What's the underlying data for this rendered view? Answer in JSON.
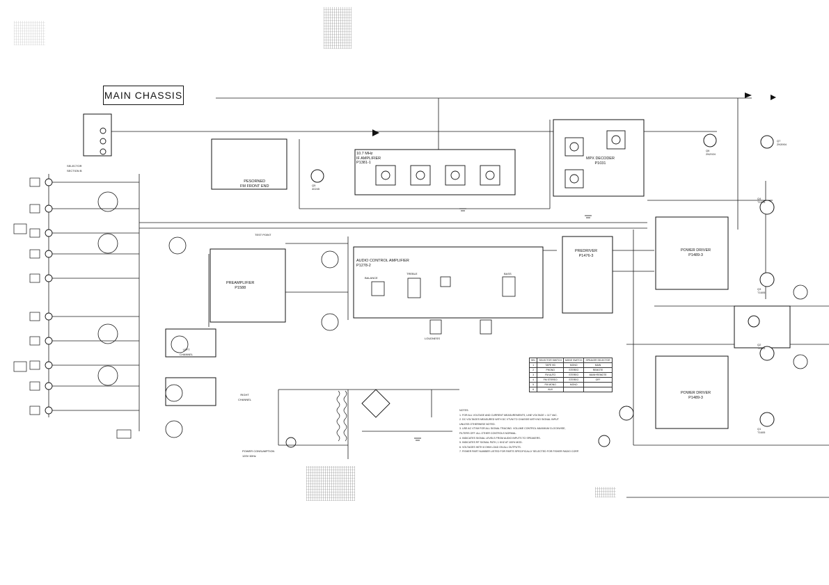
{
  "title": "MAIN CHASSIS",
  "blocks": {
    "rf_front_end": "PESORNED\nFM FRONT END",
    "if_amplifier": "10.7 MHz\nIF AMPLIFIER\nP1381-1",
    "mpx_decoder": "MPX DECODER\nP1031",
    "preamplifier": "PREAMPLIFIER\nP1588",
    "audio_control": "AUDIO CONTROL AMPLIFIER\nP1278-2",
    "predriver": "PREDRIVER\nP1476-3",
    "power_driver_top": "POWER DRIVER\nP1489-3",
    "power_driver_bottom": "POWER DRIVER\nP1489-3",
    "selector": "SELECTOR\nSECTION B",
    "left_channel": "LEFT\nCHANNEL",
    "right_channel": "RIGHT\nCHANNEL",
    "power_consumption": "POWER CONSUMPTION\n120V 60Hz",
    "balance": "BALANCE",
    "treble": "TREBLE",
    "bass": "BASS",
    "loudness": "LOUDNESS",
    "test_point": "TEST POINT"
  },
  "transistors": {
    "q5": "Q5\n40245",
    "q6": "Q6\n2N2924",
    "q7": "Q7\n2N3904",
    "q4": "Q4\nT1605",
    "q3": "Q3\nT1605",
    "q2": "Q2\nT1605",
    "q1": "Q1\nT1605"
  },
  "switch_positions": {
    "header": [
      "SEL",
      "SELECTOR\nSWITCH",
      "MODE\nSWITCH",
      "SPEAKER\nSELECTOR"
    ],
    "rows": [
      [
        "1",
        "TAPE HD",
        "MONO",
        "MAIN"
      ],
      [
        "2",
        "PHONO",
        "STEREO",
        "REMOTE"
      ],
      [
        "3",
        "FM AUTO",
        "STEREO",
        "MAIN+REMOTE"
      ],
      [
        "4",
        "FM STEREO",
        "STEREO",
        "OFF"
      ],
      [
        "5",
        "FM MONO",
        "MONO",
        ""
      ],
      [
        "6",
        "AUX",
        "",
        ""
      ]
    ]
  },
  "notes": {
    "heading": "NOTES:",
    "items": [
      "1. FOR ALL VOLTAGE AND CURRENT MEASUREMENTS, LINE VOLTAGE = 117 VAC.",
      "2. DC VOLTAGES MEASURED WITH DC VTVM TO CHASSIS WITH NO SIGNAL INPUT",
      "   UNLESS OTHERWISE NOTED.",
      "3. USE AC VTVM FOR ALL SIGNAL TRACING. VOLUME CONTROL MAXIMUM CLOCKWISE,",
      "   FILTERS OFF. ALL OTHER CONTROLS NORMAL.",
      "4. INDICATES SIGNAL LEVELS FROM AUDIO INPUTS TO SPEAKERS.",
      "5. INDICATES RF SIGNAL PATH, 1 KHZ AT 100% MOD.",
      "6. VOLTAGES WITH 8 OHM LOAD ON ALL OUTPUTS.",
      "7. FISHER PART NUMBER LISTED FOR PARTS SPECIFICALLY SELECTED FOR FISHER RADIO CORP."
    ]
  }
}
